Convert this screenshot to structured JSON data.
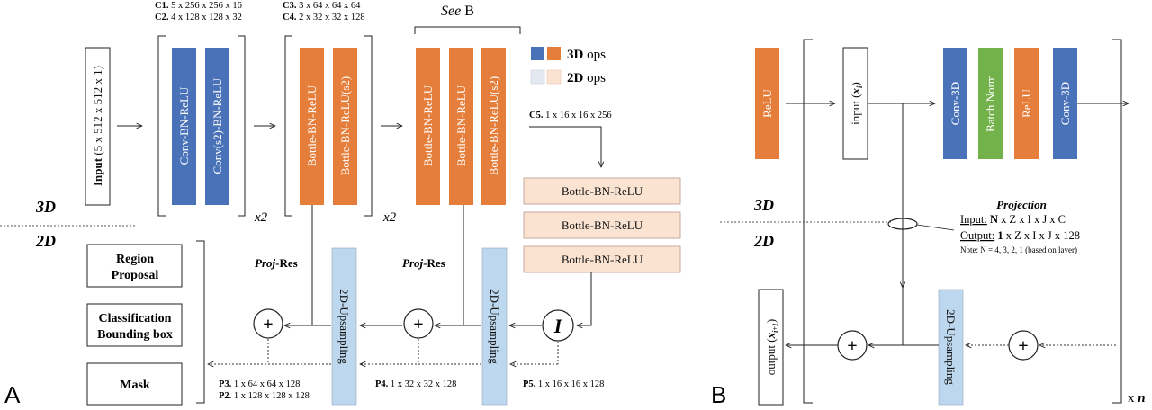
{
  "colors": {
    "blue_3d": "#4a72b8",
    "orange_3d": "#e57e3a",
    "green": "#73b14b",
    "light_blue_2d": "#bdd7ee",
    "light_orange_2d": "#fbe3d2",
    "light_gray_2d": "#e3e8f1"
  },
  "panel_a": {
    "label": "A",
    "c1_key": "C1.",
    "c1_val": "5 x 256 x 256 x 16",
    "c2_key": "C2.",
    "c2_val": "4 x 128 x 128 x 32",
    "c3_key": "C3.",
    "c3_val": "3 x 64 x 64 x 64",
    "c4_key": "C4.",
    "c4_val": "2 x 32 x 32 x 128",
    "see_b_italic": "See",
    "see_b_rest": "B",
    "legend_3d_bold": "3D",
    "legend_3d_rest": "ops",
    "legend_2d_bold": "2D",
    "legend_2d_rest": "ops",
    "input_bold": "Input",
    "input_rest": "(5 x 512 x 512 x 1)",
    "conv_bn_relu": "Conv-BN-ReLU",
    "conv_s2_bn_relu": "Conv(s2)-BN-ReLU",
    "bottle_bn_relu": "Bottle-BN-ReLU",
    "bottle_bn_relu_s2": "Bottle-BN-ReLU(s2)",
    "x2_a": "x2",
    "x2_b": "x2",
    "c5_key": "C5.",
    "c5_val": "1 x 16 x 16 x 256",
    "bottle_2d_1": "Bottle-BN-ReLU",
    "bottle_2d_2": "Bottle-BN-ReLU",
    "bottle_2d_3": "Bottle-BN-ReLU",
    "label_3d": "3D",
    "label_2d": "2D",
    "proj_italic": "Proj",
    "proj_rest": "-Res",
    "upsampling": "2D-Upsampling",
    "plus": "+",
    "identity": "I",
    "region_proposal_1": "Region",
    "region_proposal_2": "Proposal",
    "classification_1": "Classification",
    "classification_2": "Bounding box",
    "mask": "Mask",
    "p3_key": "P3.",
    "p3_val": "1 x 64 x 64 x 128",
    "p2_key": "P2.",
    "p2_val": "1 x 128 x 128 x 128",
    "p4_key": "P4.",
    "p4_val": "1 x 32 x 32 x 128",
    "p5_key": "P5.",
    "p5_val": "1 x 16 x 16 x 128"
  },
  "panel_b": {
    "label": "B",
    "relu_1": "ReLU",
    "input_main": "input (",
    "input_var": "x",
    "input_sub": "i",
    "input_close": ")",
    "conv3d_1": "Conv-3D",
    "batch_norm": "Batch Norm",
    "relu_2": "ReLU",
    "conv3d_2": "Conv-3D",
    "label_3d": "3D",
    "label_2d": "2D",
    "projection_title": "Projection",
    "proj_input_key": "Input:",
    "proj_input_bold": "N",
    "proj_input_rest": " x Z x I x J x C",
    "proj_output_key": "Output:",
    "proj_output_bold": "1",
    "proj_output_rest": " x Z x I x J x 128",
    "proj_note": "Note: N = 4, 3, 2, 1 (based on layer)",
    "output_main": "output (",
    "output_var": "x",
    "output_sub": "i+1",
    "output_close": ")",
    "upsampling": "2D-Upsampling",
    "plus": "+",
    "xn_x": "x",
    "xn_n": "n"
  }
}
